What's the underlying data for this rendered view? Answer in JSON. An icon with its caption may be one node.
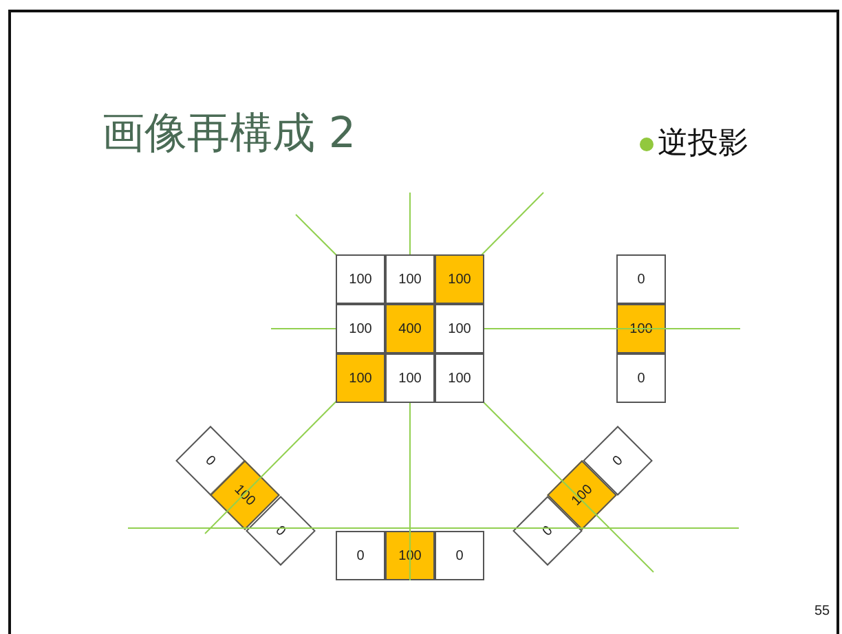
{
  "diagram": {
    "title": "画像再構成 2",
    "labels": [
      "逆投影",
      "100",
      "100",
      "100",
      "100",
      "400",
      "100",
      "100",
      "100",
      "100",
      "0",
      "100",
      "0",
      "0",
      "100",
      "0",
      "0",
      "100",
      "0",
      "0",
      "100",
      "0",
      "55"
    ]
  }
}
